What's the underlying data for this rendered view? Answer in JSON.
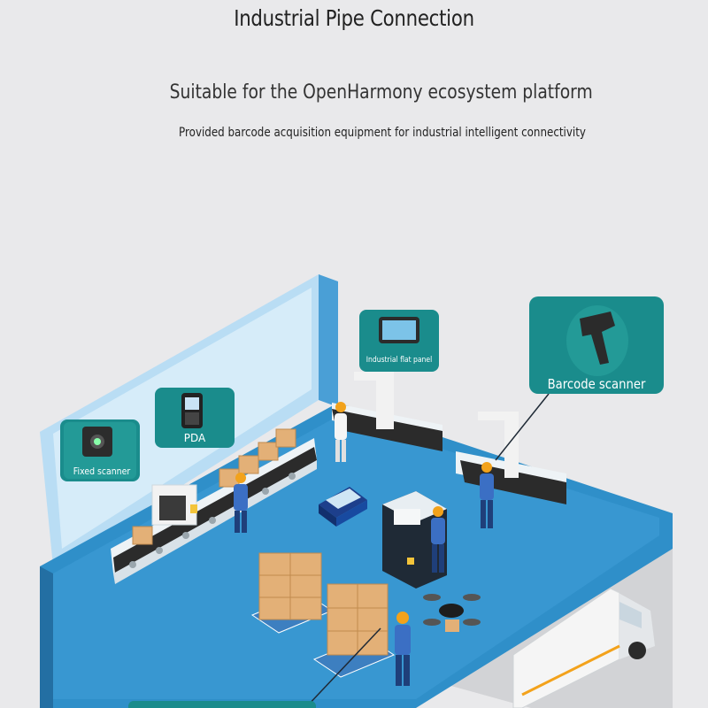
{
  "header": {
    "title": "Industrial Pipe Connection",
    "subtitle": "Suitable for the OpenHarmony ecosystem platform",
    "description": "Provided barcode acquisition equipment for industrial intelligent connectivity"
  },
  "devices": {
    "fixed_scanner": "Fixed scanner",
    "pda": "PDA",
    "flat_panel": "Industrial flat panel",
    "barcode_scanner": "Barcode scanner"
  },
  "colors": {
    "background": "#e9e9eb",
    "floor": "#2f8fc9",
    "wall": "#6fb8e6",
    "card_teal": "#1a8c8c",
    "worker_blue": "#3b6fc4",
    "helmet": "#f2a21b",
    "box": "#e3b077"
  },
  "icons": [
    "fixed-scanner-icon",
    "pda-icon",
    "tablet-icon",
    "barcode-scanner-icon"
  ]
}
